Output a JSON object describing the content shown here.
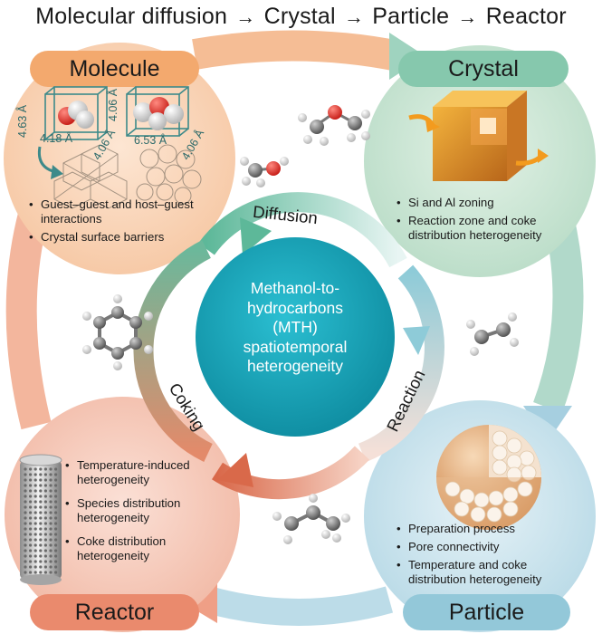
{
  "title": {
    "parts": [
      "Molecular diffusion",
      "Crystal",
      "Particle",
      "Reactor"
    ],
    "arrow": "→"
  },
  "quadrants": {
    "molecule": {
      "label": "Molecule",
      "bullets": [
        "Guest–guest and host–guest interactions",
        "Crystal surface barriers"
      ],
      "dims": [
        "4.63 Å",
        "4.18 Å",
        "4.06 Å",
        "4.06 Å",
        "6.53 Å",
        "4.06 Å"
      ]
    },
    "crystal": {
      "label": "Crystal",
      "bullets": [
        "Si and Al zoning",
        "Reaction zone and coke distribution heterogeneity"
      ]
    },
    "particle": {
      "label": "Particle",
      "bullets": [
        "Preparation process",
        "Pore connectivity",
        "Temperature and coke distribution heterogeneity"
      ]
    },
    "reactor": {
      "label": "Reactor",
      "bullets": [
        "Temperature-induced heterogeneity",
        "Species distribution heterogeneity",
        "Coke distribution heterogeneity"
      ]
    }
  },
  "center": {
    "lines": [
      "Methanol-to-",
      "hydrocarbons",
      "(MTH)",
      "spatiotemporal",
      "heterogeneity"
    ]
  },
  "cycle": {
    "diffusion": "Diffusion",
    "reaction": "Reaction",
    "coking": "Coking"
  },
  "colors": {
    "molecule": "#f2a36b",
    "crystal": "#7cc3a8",
    "particle": "#8cc4d6",
    "reactor": "#e8866a",
    "center": "#1aa3b8"
  }
}
